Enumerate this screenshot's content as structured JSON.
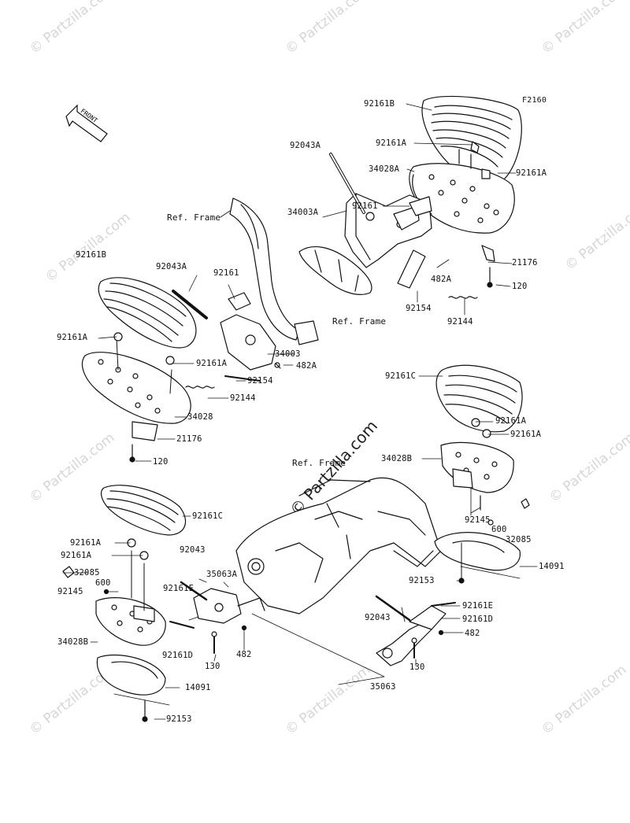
{
  "diagram_code": "F2160",
  "watermark_text": "© Partzilla.com",
  "watermark_main": "© Partzilla.com",
  "front_label": "FRONT",
  "labels": {
    "l01": "92161B",
    "l02": "92161A",
    "l03": "92043A",
    "l04": "34028A",
    "l05": "92161A",
    "l06": "Ref. Frame",
    "l07": "34003A",
    "l08": "92161",
    "l09": "21176",
    "l10": "482A",
    "l11": "120",
    "l12": "92154",
    "l13": "92144",
    "l14": "Ref. Frame",
    "l15": "92161B",
    "l16": "92043A",
    "l17": "92161",
    "l18": "92161A",
    "l19": "34003",
    "l20": "92161A",
    "l21": "482A",
    "l22": "92154",
    "l23": "92144",
    "l24": "34028",
    "l25": "21176",
    "l26": "120",
    "l27": "92161C",
    "l28": "92161A",
    "l29": "92161A",
    "l30": "Ref. Frame",
    "l31": "34028B",
    "l32": "92145",
    "l33": "600",
    "l34": "32085",
    "l35": "14091",
    "l36": "92153",
    "l37": "92161C",
    "l38": "92161A",
    "l39": "92161A",
    "l40": "32085",
    "l41": "600",
    "l42": "92145",
    "l43": "92043",
    "l44": "92161E",
    "l45": "35063A",
    "l46": "34028B",
    "l47": "92161D",
    "l48": "130",
    "l49": "482",
    "l50": "14091",
    "l51": "92153",
    "l52": "92043",
    "l53": "92161E",
    "l54": "92161D",
    "l55": "482",
    "l56": "130",
    "l57": "35063"
  }
}
